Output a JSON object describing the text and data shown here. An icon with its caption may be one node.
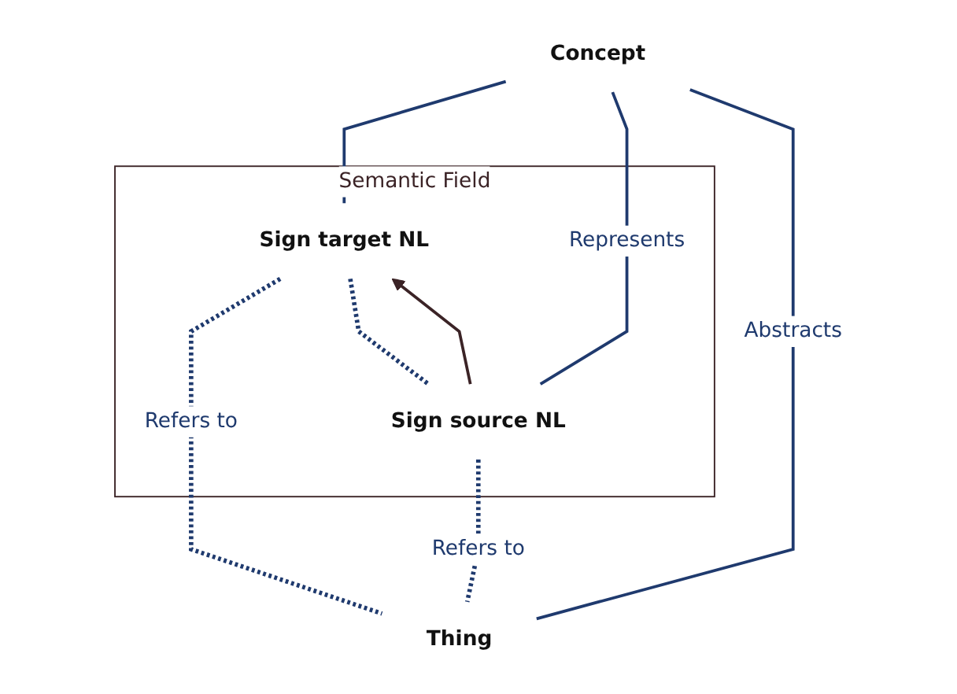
{
  "diagram": {
    "nodes": [
      {
        "text": [
          "Concept"
        ]
      },
      {
        "text": [
          "Semantic Field"
        ]
      },
      {
        "text": [
          "Sign target NL"
        ],
        "in": 1
      },
      {
        "text": [
          "Sign source NL"
        ],
        "in": 1
      },
      {
        "text": [
          "Thing"
        ]
      }
    ],
    "edges": [
      {
        "from": 0,
        "to": 2,
        "arrow": "none"
      },
      {
        "from": 0,
        "to": 3,
        "arrow": "none",
        "label": "Represents"
      },
      {
        "from": 0,
        "to": 4,
        "arrow": "none",
        "label": "Abstracts"
      },
      {
        "from": 2,
        "to": 4,
        "arrow": "none",
        "label": "Refers to",
        "style": "dashed"
      },
      {
        "from": 3,
        "to": 4,
        "arrow": "none",
        "label": "Refers to",
        "style": "dashed"
      },
      {
        "from": 2,
        "to": 3,
        "arrow": "none",
        "style": "dashed"
      },
      {
        "from": 3,
        "to": 2,
        "arrow": "to",
        "color": "#3b2326"
      }
    ]
  }
}
